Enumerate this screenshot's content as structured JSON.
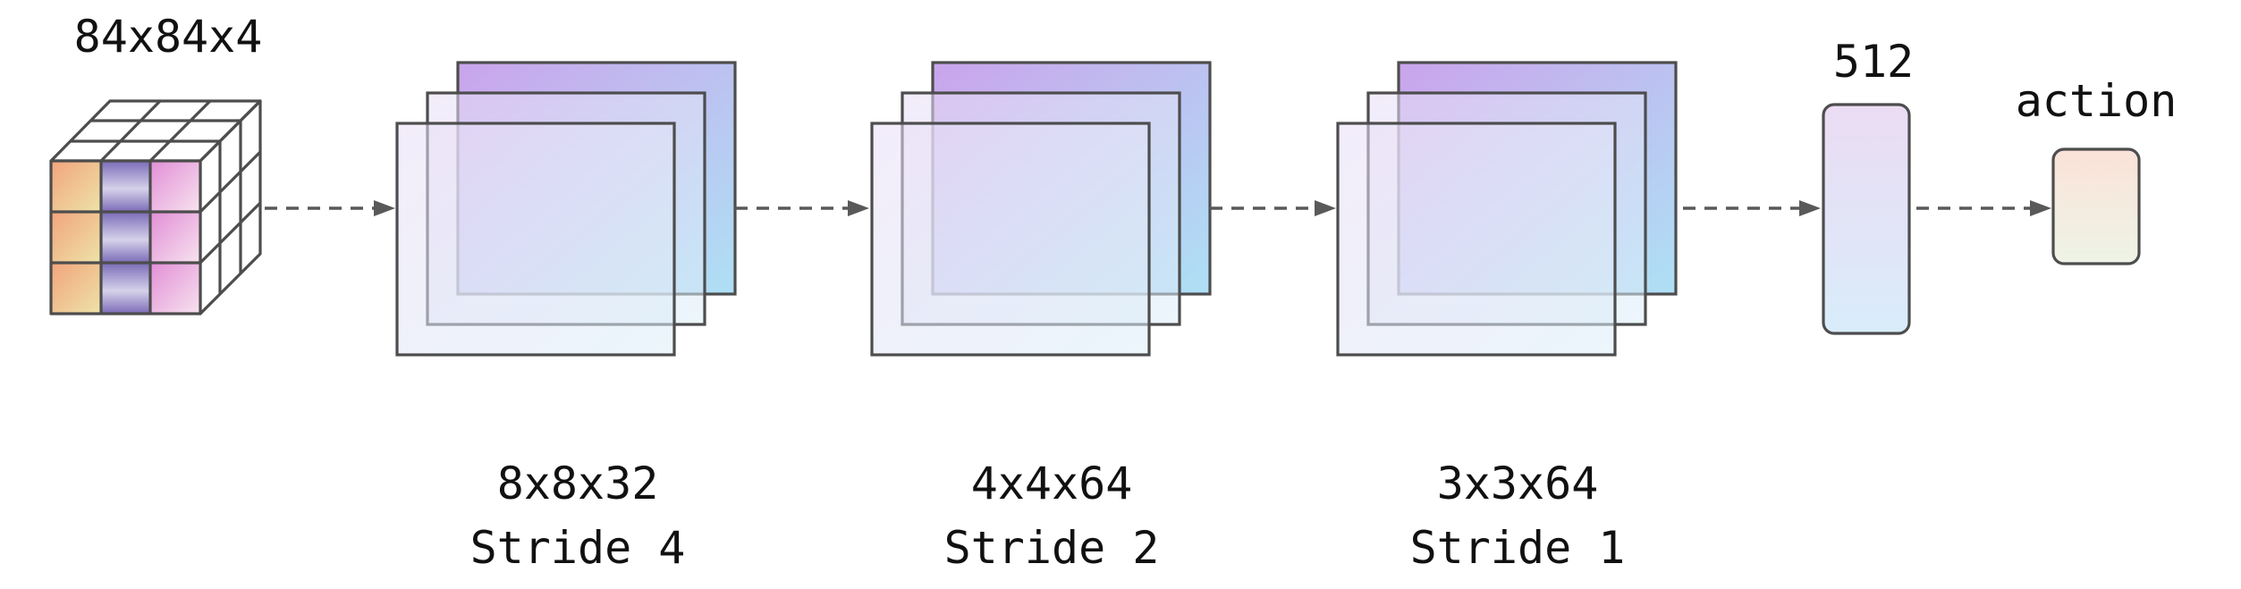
{
  "input": {
    "label": "84x84x4"
  },
  "layers": [
    {
      "kernel": "8x8x32",
      "stride": "Stride 4"
    },
    {
      "kernel": "4x4x64",
      "stride": "Stride 2"
    },
    {
      "kernel": "3x3x64",
      "stride": "Stride 1"
    }
  ],
  "fc": {
    "label": "512"
  },
  "output": {
    "label": "action"
  },
  "colors": {
    "feature_map_start": "#caa4ec",
    "feature_map_end": "#aee0f5",
    "feature_map_back": "#e6ddf4",
    "fc_top": "#ebdcf3",
    "fc_bottom": "#d9ecfa",
    "action_top": "#fbe2d8",
    "action_bottom": "#edf4e6",
    "cube_warm": "#f2a47c",
    "cube_cool": "#7b6bb8",
    "cube_pink": "#e28ed6",
    "stroke": "#4d4d4d",
    "arrow": "#595959"
  }
}
